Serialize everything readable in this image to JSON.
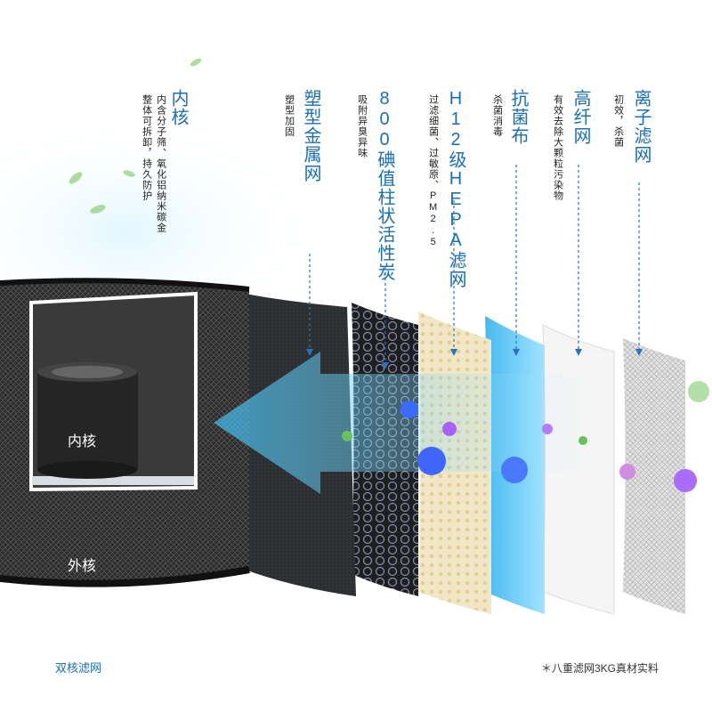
{
  "colors": {
    "accent": "#1a6fb4",
    "cyan": "#40b8e8",
    "dark_core": "#222222"
  },
  "labels": {
    "inner_core_title": "内核",
    "inner_core_desc_1": "内含分子筛、氧化铝纳米碳金",
    "inner_core_desc_2": "整体可拆卸，持久防护",
    "plastic_title": "塑型金属网",
    "plastic_desc": "塑型加固",
    "carbon_title": "800碘值柱状活性炭",
    "carbon_desc": "吸附异臭异味",
    "hepa_title": "H12级HEPA滤网",
    "hepa_desc": "过滤细菌、过敏原、PM2.5",
    "antibac_title": "抗菌布",
    "antibac_desc": "杀菌消毒",
    "fiber_title": "高纤网",
    "fiber_desc": "有效去除大颗粒污染物",
    "ion_title": "离子滤网",
    "ion_desc": "初效，杀菌",
    "inner_label": "内核",
    "outer_label": "外核",
    "bottom_left": "双核滤网",
    "bottom_right": "＊八重滤网3KG真材实料"
  }
}
